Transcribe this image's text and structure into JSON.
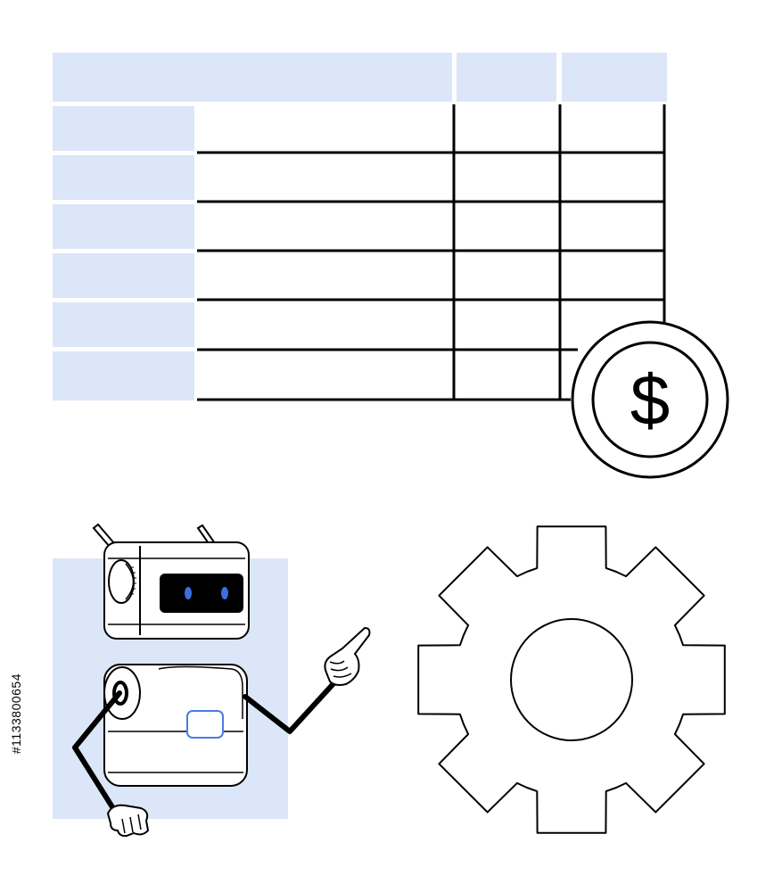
{
  "colors": {
    "accent_fill": "#dce6f9",
    "stroke": "#000000",
    "background": "#ffffff",
    "robot_eye": "#3b6fe0",
    "robot_panel": "#4a7be6"
  },
  "icons": {
    "coin": "dollar-coin-icon",
    "gear": "gear-icon",
    "robot": "robot-icon",
    "table": "spreadsheet-table"
  },
  "coin": {
    "symbol": "$"
  },
  "table": {
    "header_columns": 3,
    "rows": 6,
    "data_columns": 3
  },
  "watermark": {
    "stock_id": "#1133800654"
  }
}
